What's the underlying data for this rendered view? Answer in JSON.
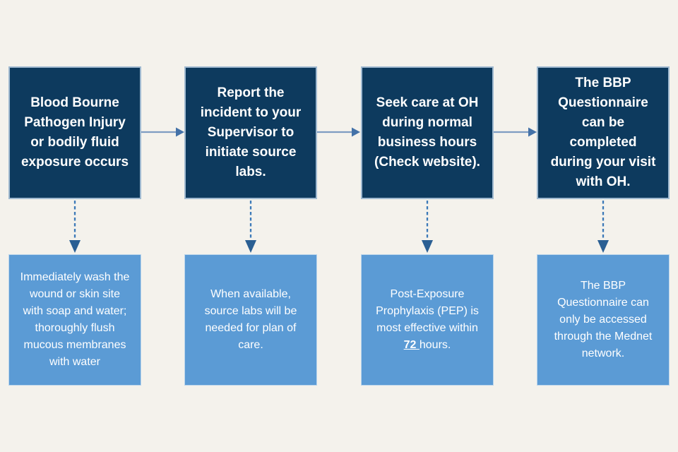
{
  "colors": {
    "background": "#F4F2EC",
    "step_box_fill": "#0D3A5E",
    "step_box_border": "#9FB9D0",
    "detail_box_fill": "#5B9BD5",
    "detail_box_border": "#BCD6EC",
    "box_text": "#FFFFFF",
    "h_arrow_line": "#7E9CC2",
    "h_arrow_head": "#4472A8",
    "v_arrow_line": "#3C79B8",
    "v_arrow_head": "#2A5F93"
  },
  "flow": {
    "columns": [
      {
        "top": "Blood Bourne\nPathogen Injury\nor bodily fluid\nexposure occurs",
        "bottom": "Immediately wash the\nwound or skin site\nwith soap and water;\nthoroughly flush\nmucous membranes\nwith water"
      },
      {
        "top": "Report the\nincident to your\nSupervisor to\ninitiate source\nlabs.",
        "bottom": "When available,\nsource labs will be\nneeded for plan of\ncare."
      },
      {
        "top": "Seek care at OH\nduring normal\nbusiness hours\n(Check website).",
        "bottom_prefix": "Post-Exposure\nProphylaxis (PEP) is\nmost effective within\n",
        "bottom_emphasis": "72 ",
        "bottom_suffix": "hours."
      },
      {
        "top": "The BBP\nQuestionnaire\ncan be\ncompleted\nduring your visit\nwith OH.",
        "bottom": "The BBP\nQuestionnaire can\nonly be accessed\nthrough the Mednet\nnetwork."
      }
    ]
  }
}
